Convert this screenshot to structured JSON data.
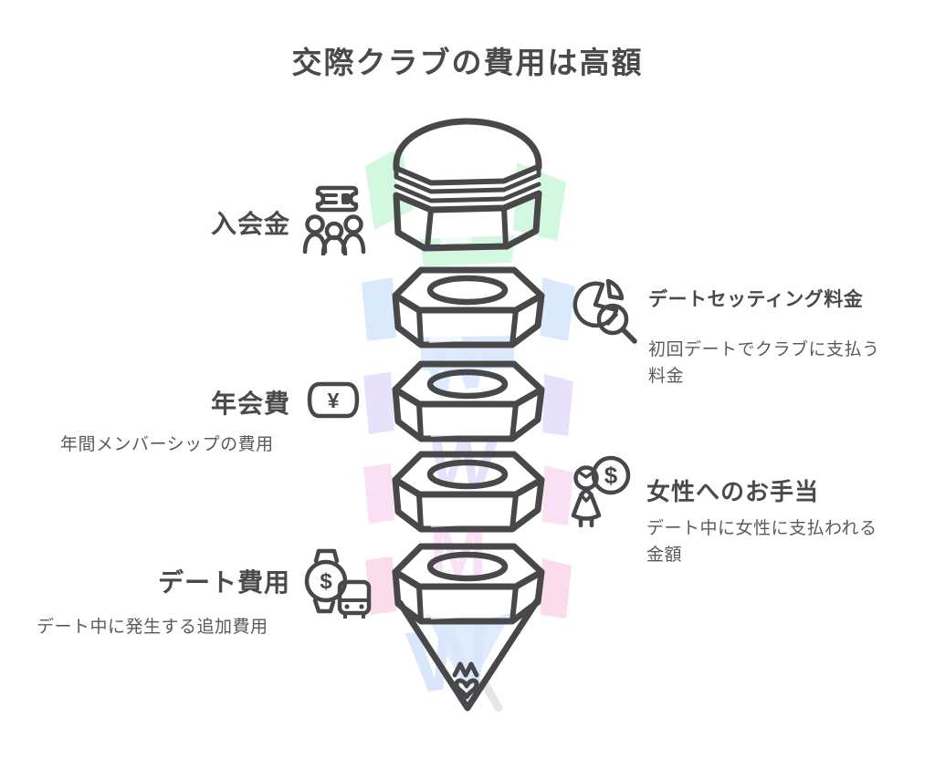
{
  "title": "交際クラブの費用は高額",
  "palette": {
    "outline": "#48484a",
    "title_text": "#4a4a4a",
    "description_text": "#5a5a5a",
    "stripe_gray": "#e3e3e5",
    "scribble_blue": "#dbe9fd",
    "scribble_green": "#d2f8e0",
    "scribble_lavender": "#e7e1fc",
    "scribble_pink": "#f9e0f4"
  },
  "items": [
    {
      "label": "入会金",
      "description": "",
      "icon": "ticket-group-icon",
      "color": "#c9f6d6",
      "color_light": "#eafbf0"
    },
    {
      "label": "デートセッティング料金",
      "description": "初回デートでクラブに支払う料金",
      "icon": "pie-chart-magnifier-icon",
      "color": "#cfe6fc",
      "color_light": "#e6f1fe"
    },
    {
      "label": "年会費",
      "description": "年間メンバーシップの費用",
      "icon": "yen-coupon-icon",
      "color": "#e3dcfa",
      "color_light": "#f0ebfd"
    },
    {
      "label": "女性へのお手当",
      "description": "デート中に女性に支払われる金額",
      "icon": "woman-dollar-icon",
      "color": "#f8def7",
      "color_light": "#fbeefd"
    },
    {
      "label": "デート費用",
      "description": "デート中に発生する追加費用",
      "icon": "watch-bus-icon",
      "color": "#fcd6e8",
      "color_light": "#fde9f3"
    }
  ],
  "icon_symbols": {
    "yen": "¥",
    "dollar": "$"
  }
}
